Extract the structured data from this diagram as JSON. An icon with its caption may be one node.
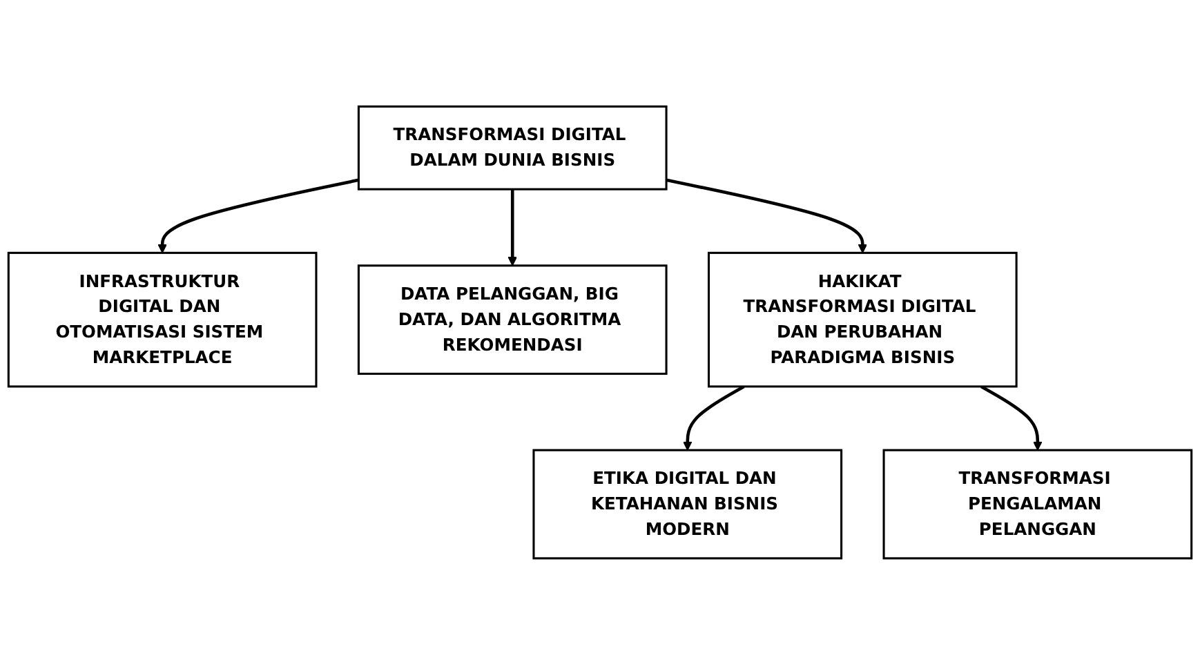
{
  "diagram": {
    "nodes": [
      {
        "text": [
          "TRANSFORMASI DIGITAL DALAM DUNIA BISNIS"
        ]
      },
      {
        "text": [
          "INFRASTRUKTUR DIGITAL DAN OTOMATISASI SISTEM MARKETPLACE"
        ]
      },
      {
        "text": [
          "DATA PELANGGAN, BIG DATA, DAN ALGORITMA REKOMENDASI"
        ]
      },
      {
        "text": [
          "ETIKA DIGITAL DAN KETAHANAN BISNIS MODERN"
        ]
      },
      {
        "text": [
          "HAKIKAT TRANSFORMASI DIGITAL DAN PERUBAHAN PARADIGMA BISNIS"
        ]
      },
      {
        "text": [
          "TRANSFORMASI PENGALAMAN PELANGGAN"
        ]
      }
    ],
    "edges": [
      {
        "from": 0,
        "to": 1,
        "arrow": "to"
      },
      {
        "from": 0,
        "to": 4,
        "arrow": "to"
      },
      {
        "from": 0,
        "to": 2,
        "arrow": "to"
      },
      {
        "from": 4,
        "to": 3,
        "arrow": "to"
      },
      {
        "from": 4,
        "to": 5,
        "arrow": "to"
      }
    ]
  }
}
